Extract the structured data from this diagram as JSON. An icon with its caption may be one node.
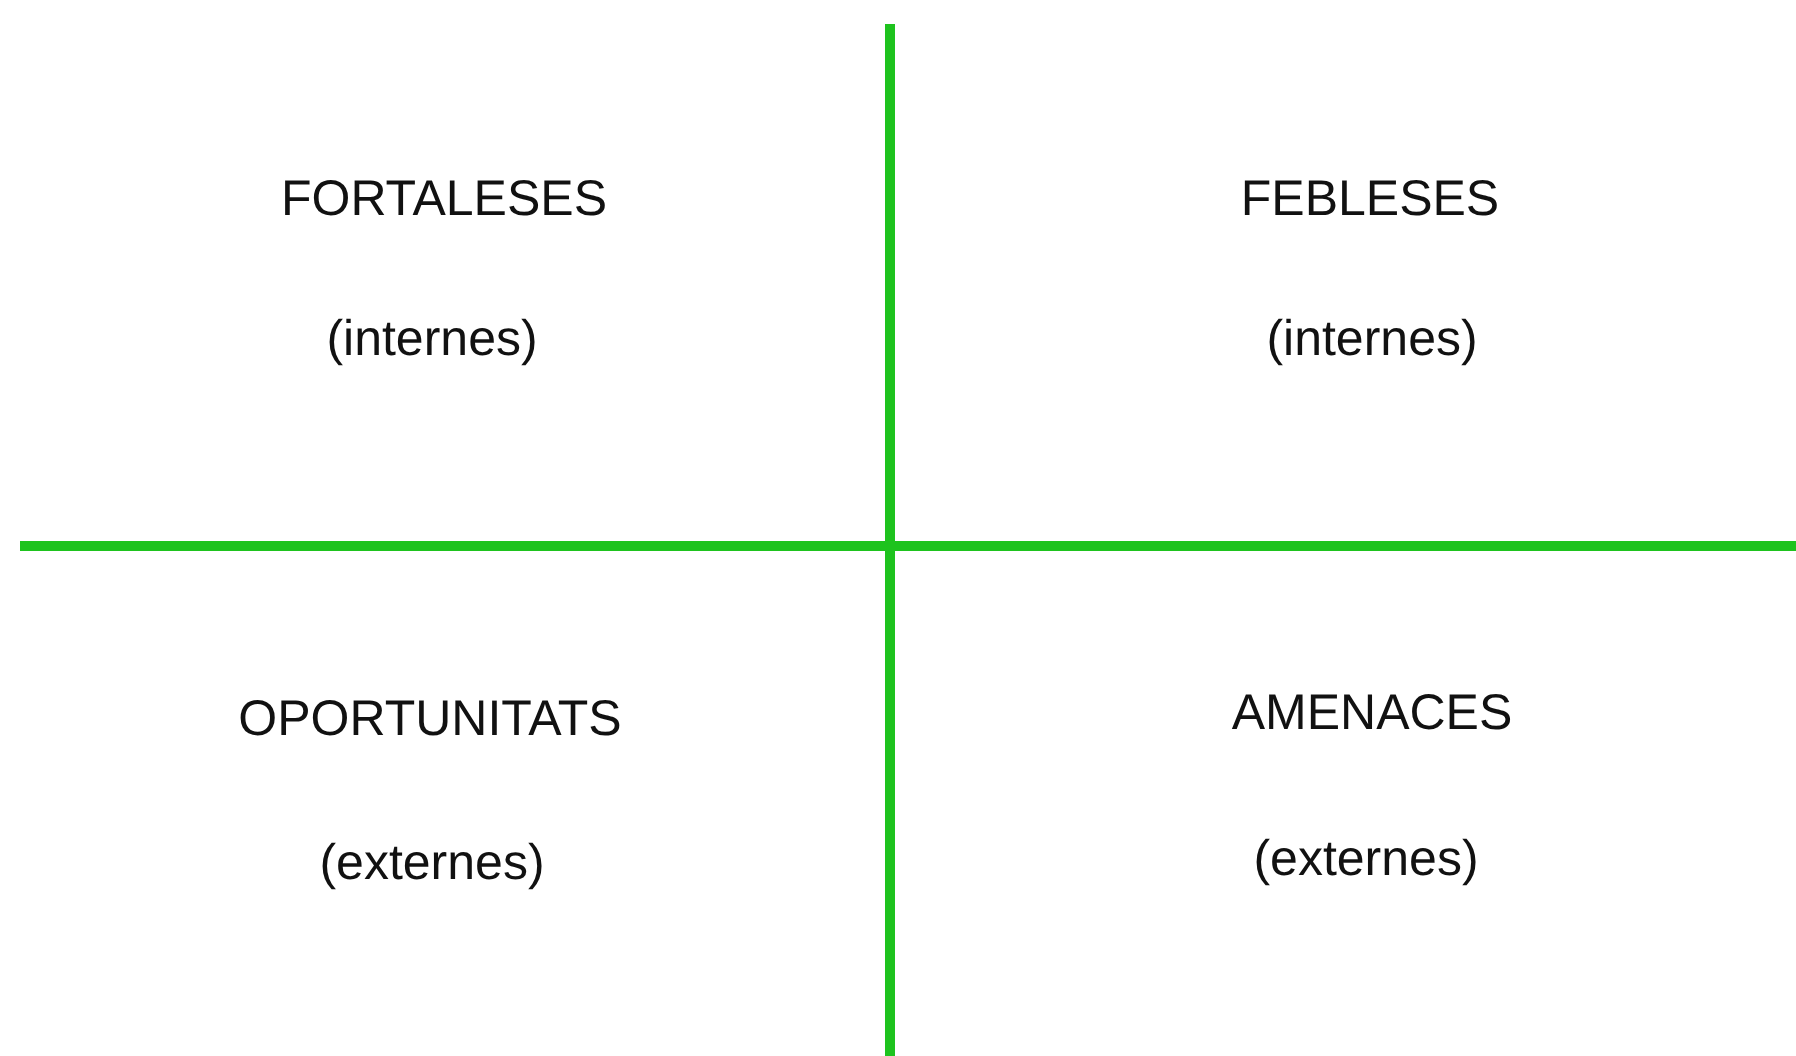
{
  "diagram": {
    "labels": [
      "FORTALESES",
      "(internes)",
      "FEBLESES",
      "(internes)",
      "OPORTUNITATS",
      "(externes)",
      "AMENACES",
      "(externes)"
    ]
  }
}
